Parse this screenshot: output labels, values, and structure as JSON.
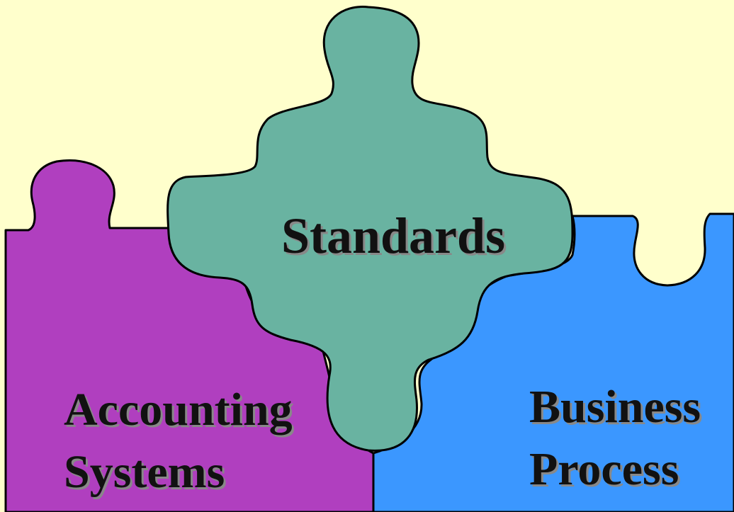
{
  "colors": {
    "background": "#ffffcc",
    "accounting_piece": "#b03fbf",
    "standards_piece": "#69b3a1",
    "business_piece": "#3b97ff",
    "outline": "#000000"
  },
  "pieces": {
    "standards": {
      "label": "Standards"
    },
    "accounting": {
      "line1": "Accounting",
      "line2": "Systems"
    },
    "business": {
      "line1": "Business",
      "line2": "Process"
    }
  }
}
